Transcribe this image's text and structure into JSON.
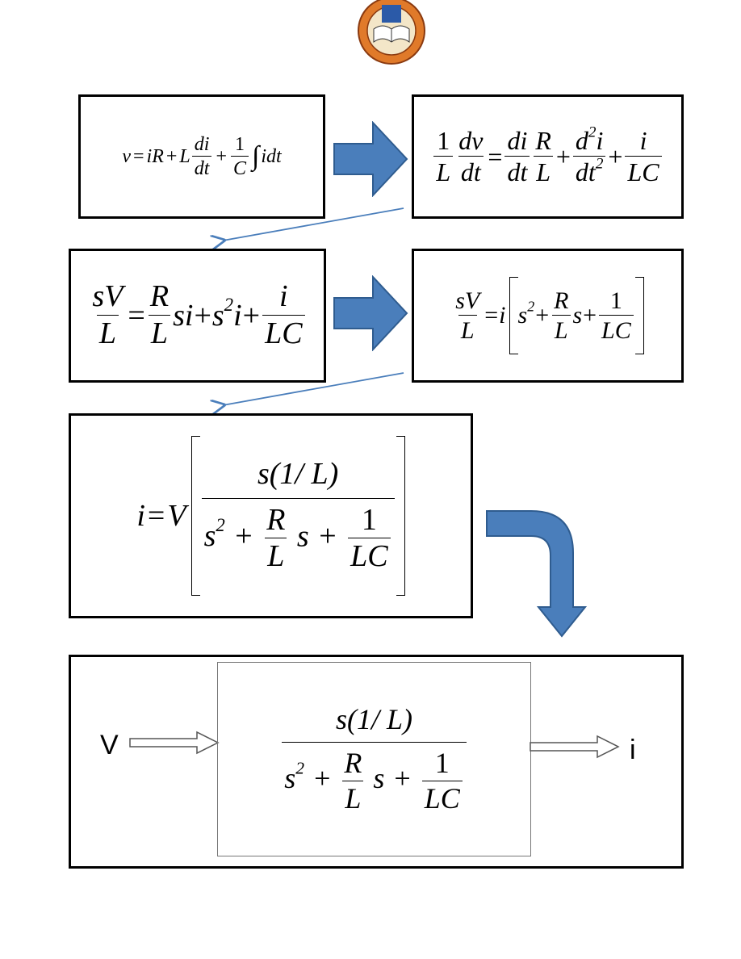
{
  "logo": {
    "label": "university-seal"
  },
  "equations": {
    "eq1": {
      "v": "v",
      "i": "i",
      "R": "R",
      "L": "L",
      "di": "di",
      "dt": "dt",
      "one": "1",
      "C": "C",
      "idt": "idt"
    },
    "eq2": {
      "one": "1",
      "L": "L",
      "dv": "dv",
      "dt": "dt",
      "di": "di",
      "R": "R",
      "d2i": "d",
      "i": "i",
      "dt2": "dt",
      "LC": "LC"
    },
    "eq3": {
      "sV": "sV",
      "L": "L",
      "R": "R",
      "si": "si",
      "s2i": "s",
      "i": "i",
      "LC": "LC"
    },
    "eq4": {
      "sV": "sV",
      "L": "L",
      "i": "i",
      "s": "s",
      "R": "R",
      "one": "1",
      "LC": "LC"
    },
    "eq5": {
      "i": "i",
      "V": "V",
      "num": "s(1/ L)",
      "s": "s",
      "R": "R",
      "L": "L",
      "one": "1",
      "LC": "LC"
    }
  },
  "block_diagram": {
    "input_label": "V",
    "output_label": "i",
    "transfer_num": "s(1/ L)",
    "s": "s",
    "R": "R",
    "L": "L",
    "one": "1",
    "LC": "LC"
  },
  "colors": {
    "arrow_fill": "#4a7ebb",
    "arrow_stroke": "#2f5c8f",
    "connector": "#4a7ebb"
  }
}
